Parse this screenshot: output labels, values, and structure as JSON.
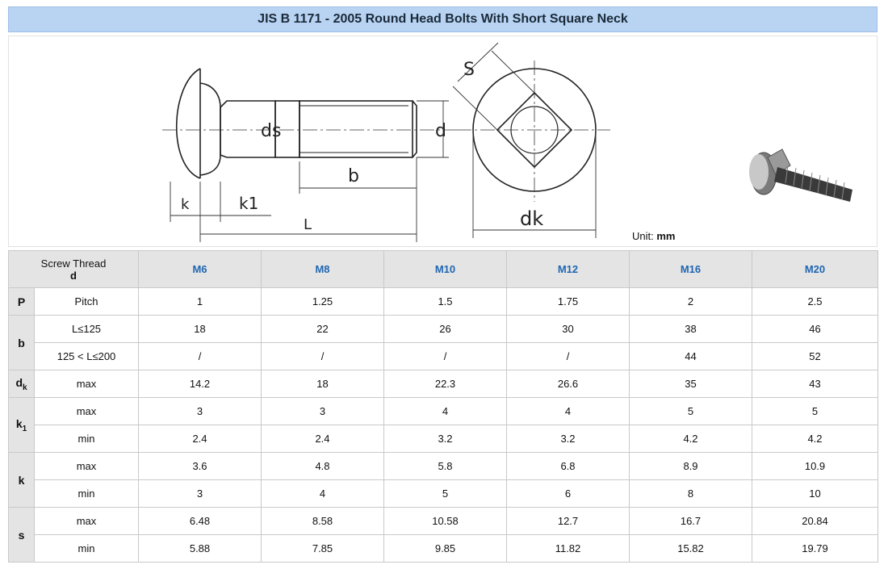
{
  "title": "JIS B 1171 - 2005 Round Head Bolts With Short Square Neck",
  "drawing": {
    "labels": {
      "ds": "ds",
      "d": "d",
      "b": "b",
      "k": "k",
      "k1": "k1",
      "L": "L",
      "s": "S",
      "dk": "dk"
    },
    "unit_prefix": "Unit:",
    "unit": "mm"
  },
  "table": {
    "corner": {
      "line1": "Screw Thread",
      "line2": "d"
    },
    "sizes": [
      "M6",
      "M8",
      "M10",
      "M12",
      "M16",
      "M20"
    ],
    "groups": [
      {
        "symbol": "P",
        "symbol_sub": "",
        "rows": [
          {
            "label": "Pitch",
            "values": [
              "1",
              "1.25",
              "1.5",
              "1.75",
              "2",
              "2.5"
            ]
          }
        ]
      },
      {
        "symbol": "b",
        "symbol_sub": "",
        "rows": [
          {
            "label": "L≤125",
            "values": [
              "18",
              "22",
              "26",
              "30",
              "38",
              "46"
            ]
          },
          {
            "label": "125 < L≤200",
            "values": [
              "/",
              "/",
              "/",
              "/",
              "44",
              "52"
            ]
          }
        ]
      },
      {
        "symbol": "d",
        "symbol_sub": "k",
        "rows": [
          {
            "label": "max",
            "values": [
              "14.2",
              "18",
              "22.3",
              "26.6",
              "35",
              "43"
            ]
          }
        ]
      },
      {
        "symbol": "k",
        "symbol_sub": "1",
        "rows": [
          {
            "label": "max",
            "values": [
              "3",
              "3",
              "4",
              "4",
              "5",
              "5"
            ]
          },
          {
            "label": "min",
            "values": [
              "2.4",
              "2.4",
              "3.2",
              "3.2",
              "4.2",
              "4.2"
            ]
          }
        ]
      },
      {
        "symbol": "k",
        "symbol_sub": "",
        "rows": [
          {
            "label": "max",
            "values": [
              "3.6",
              "4.8",
              "5.8",
              "6.8",
              "8.9",
              "10.9"
            ]
          },
          {
            "label": "min",
            "values": [
              "3",
              "4",
              "5",
              "6",
              "8",
              "10"
            ]
          }
        ]
      },
      {
        "symbol": "s",
        "symbol_sub": "",
        "rows": [
          {
            "label": "max",
            "values": [
              "6.48",
              "8.58",
              "10.58",
              "12.7",
              "16.7",
              "20.84"
            ]
          },
          {
            "label": "min",
            "values": [
              "5.88",
              "7.85",
              "9.85",
              "11.82",
              "15.82",
              "19.79"
            ]
          }
        ]
      }
    ]
  }
}
